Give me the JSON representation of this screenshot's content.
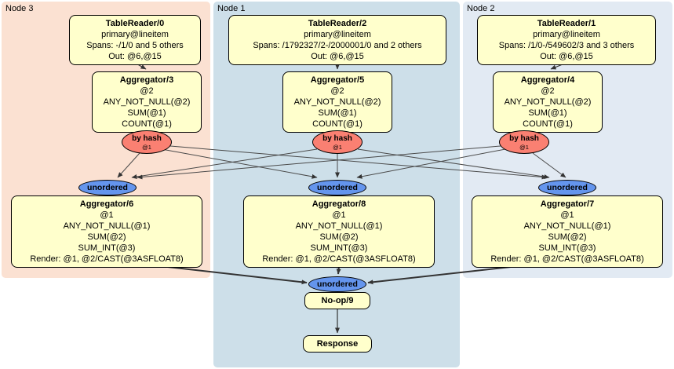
{
  "nodes": {
    "node3": {
      "label": "Node 3",
      "tablereader": {
        "title": "TableReader/0",
        "line1": "primary@lineitem",
        "line2": "Spans: -/1/0 and 5 others",
        "line3": "Out: @6,@15"
      },
      "aggregator_top": {
        "title": "Aggregator/3",
        "line1": "@2",
        "line2": "ANY_NOT_NULL(@2)",
        "line3": "SUM(@1)",
        "line4": "COUNT(@1)"
      },
      "router": {
        "label": "by hash",
        "detail": "@1"
      },
      "sync": {
        "label": "unordered"
      },
      "aggregator_final": {
        "title": "Aggregator/6",
        "line1": "@1",
        "line2": "ANY_NOT_NULL(@1)",
        "line3": "SUM(@2)",
        "line4": "SUM_INT(@3)",
        "line5": "Render: @1, @2/CAST(@3ASFLOAT8)"
      }
    },
    "node1": {
      "label": "Node 1",
      "tablereader": {
        "title": "TableReader/2",
        "line1": "primary@lineitem",
        "line2": "Spans: /1792327/2-/2000001/0 and 2 others",
        "line3": "Out: @6,@15"
      },
      "aggregator_top": {
        "title": "Aggregator/5",
        "line1": "@2",
        "line2": "ANY_NOT_NULL(@2)",
        "line3": "SUM(@1)",
        "line4": "COUNT(@1)"
      },
      "router": {
        "label": "by hash",
        "detail": "@1"
      },
      "sync": {
        "label": "unordered"
      },
      "aggregator_final": {
        "title": "Aggregator/8",
        "line1": "@1",
        "line2": "ANY_NOT_NULL(@1)",
        "line3": "SUM(@2)",
        "line4": "SUM_INT(@3)",
        "line5": "Render: @1, @2/CAST(@3ASFLOAT8)"
      }
    },
    "node2": {
      "label": "Node 2",
      "tablereader": {
        "title": "TableReader/1",
        "line1": "primary@lineitem",
        "line2": "Spans: /1/0-/549602/3 and 3 others",
        "line3": "Out: @6,@15"
      },
      "aggregator_top": {
        "title": "Aggregator/4",
        "line1": "@2",
        "line2": "ANY_NOT_NULL(@2)",
        "line3": "SUM(@1)",
        "line4": "COUNT(@1)"
      },
      "router": {
        "label": "by hash",
        "detail": "@1"
      },
      "sync": {
        "label": "unordered"
      },
      "aggregator_final": {
        "title": "Aggregator/7",
        "line1": "@1",
        "line2": "ANY_NOT_NULL(@1)",
        "line3": "SUM(@2)",
        "line4": "SUM_INT(@3)",
        "line5": "Render: @1, @2/CAST(@3ASFLOAT8)"
      }
    }
  },
  "output": {
    "sync": {
      "label": "unordered"
    },
    "noop": {
      "title": "No-op/9"
    },
    "response": {
      "title": "Response"
    }
  },
  "colors": {
    "node3_bg": "#fbe1d2",
    "node1_bg": "#cddfe9",
    "node2_bg": "#e2eaf3",
    "processor_bg": "#ffffcc",
    "router_bg": "#fa8072",
    "sync_bg": "#6495ed",
    "edge": "#444444"
  }
}
